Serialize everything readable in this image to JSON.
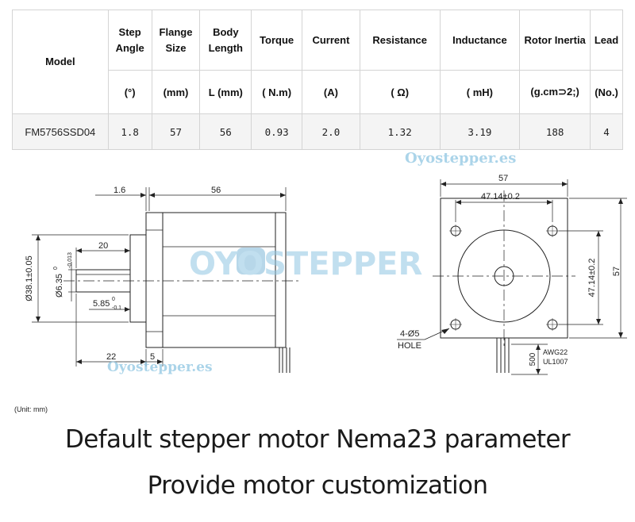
{
  "table": {
    "headers": [
      {
        "name": "Model",
        "unit": ""
      },
      {
        "name": "Step Angle",
        "unit": "(°)"
      },
      {
        "name": "Flange Size",
        "unit": "(mm)"
      },
      {
        "name": "Body Length",
        "unit": "L (mm)"
      },
      {
        "name": "Torque",
        "unit": "( N.m)"
      },
      {
        "name": "Current",
        "unit": "(A)"
      },
      {
        "name": "Resistance",
        "unit": "( Ω)"
      },
      {
        "name": "Inductance",
        "unit": "( mH)"
      },
      {
        "name": "Rotor Inertia",
        "unit": "(g.cm⊃2;)"
      },
      {
        "name": "Lead",
        "unit": "(No.)"
      }
    ],
    "row": [
      "FM5756SSD04",
      "1.8",
      "57",
      "56",
      "0.93",
      "2.0",
      "1.32",
      "3.19",
      "188",
      "4"
    ]
  },
  "watermarks": {
    "site_small": "Oyostepper.es",
    "site_bottom": "Oyostepper.es",
    "logo_text": "OYOSTEPPER"
  },
  "drawing": {
    "side": {
      "d_16": "1.6",
      "d_56": "56",
      "d_20": "20",
      "d_shaft": "Ø6.35",
      "d_shaft_tol_up": "0",
      "d_shaft_tol_dn": "-0.013",
      "d_flat": "5.85",
      "d_flat_tol_up": "0",
      "d_flat_tol_dn": "-0.1",
      "d_boss": "Ø38.1±0.05",
      "d_22": "22",
      "d_5": "5"
    },
    "front": {
      "d_57_top": "57",
      "d_4714_h": "47.14±0.2",
      "d_4714_v": "47.14±0.2",
      "d_57_side": "57",
      "hole_label_1": "4-Ø5",
      "hole_label_2": "HOLE",
      "d_500": "500",
      "wire_1": "AWG22",
      "wire_2": "UL1007"
    }
  },
  "unit_note": "(Unit: mm)",
  "captions": {
    "line1": "Default stepper motor Nema23 parameter",
    "line2": "Provide motor customization"
  }
}
